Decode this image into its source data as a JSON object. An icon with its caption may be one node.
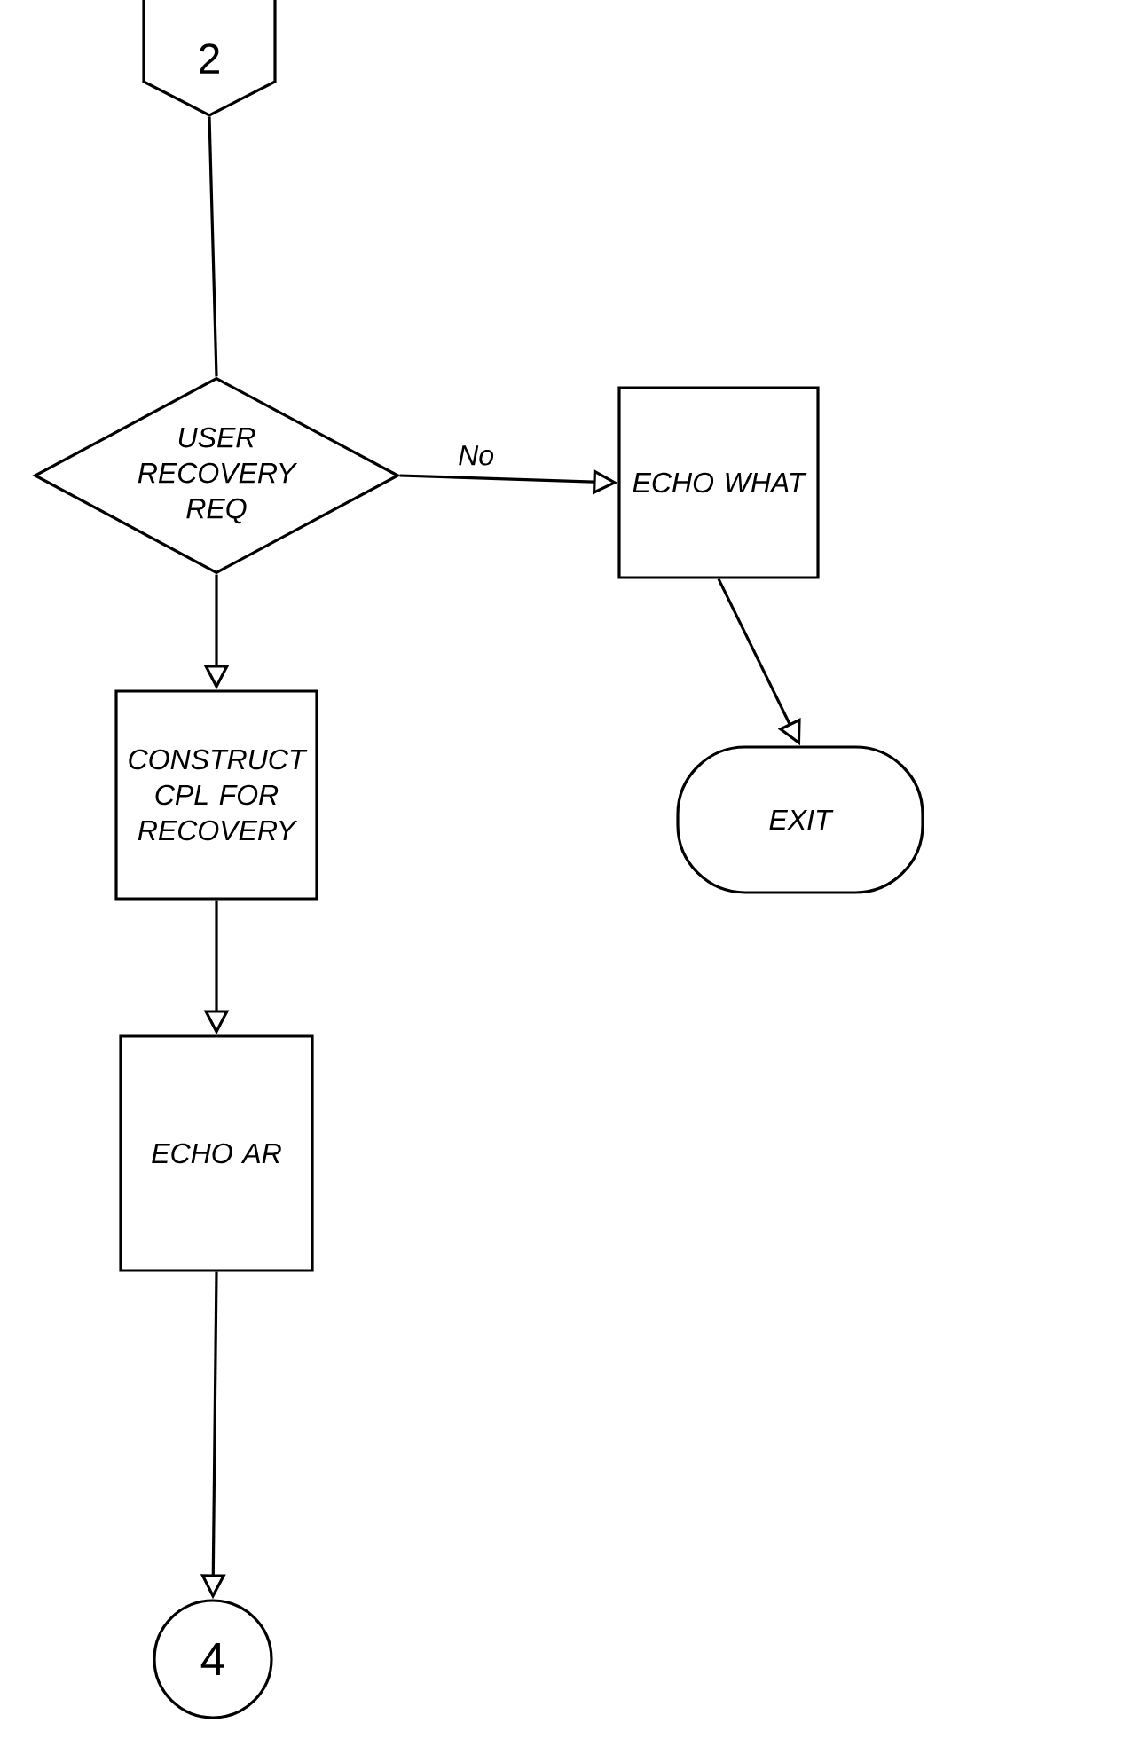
{
  "diagram": {
    "nodes": [
      {
        "text": [
          "2"
        ]
      },
      {
        "text": [
          "USER RECOVERY REQ"
        ]
      },
      {
        "text": [
          "ECHO WHAT"
        ]
      },
      {
        "text": [
          "EXIT"
        ]
      },
      {
        "text": [
          "CONSTRUCT CPL FOR RECOVERY"
        ]
      },
      {
        "text": [
          "ECHO AR"
        ]
      },
      {
        "text": [
          "4"
        ]
      }
    ],
    "edges": [
      {
        "from": 0,
        "to": 1,
        "arrow": "none"
      },
      {
        "from": 1,
        "to": 2,
        "arrow": "to",
        "label": "No"
      },
      {
        "from": 2,
        "to": 3,
        "arrow": "to"
      },
      {
        "from": 1,
        "to": 4,
        "arrow": "to"
      },
      {
        "from": 4,
        "to": 5,
        "arrow": "to"
      },
      {
        "from": 5,
        "to": 6,
        "arrow": "to"
      }
    ]
  }
}
